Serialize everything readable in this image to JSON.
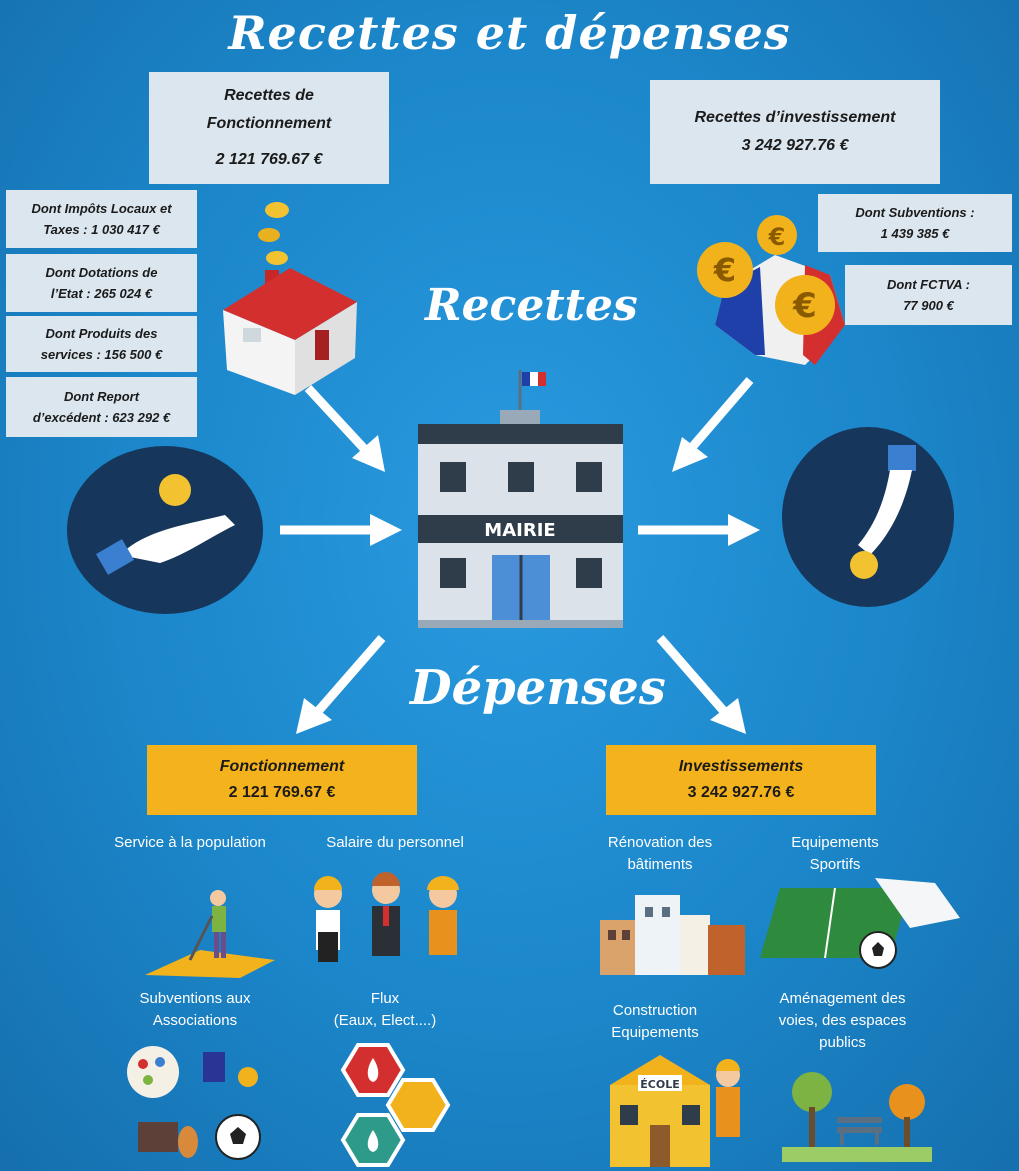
{
  "title": "Recettes et dépenses",
  "recettes_title": "Recettes",
  "depenses_title": "Dépenses",
  "recettes_fonctionnement": {
    "label_line1": "Recettes de",
    "label_line2": "Fonctionnement",
    "amount": "2 121 769.67 €"
  },
  "recettes_investissement": {
    "label": "Recettes d’investissement",
    "amount": "3 242 927.76 €"
  },
  "left_details": [
    {
      "line1": "Dont Impôts Locaux et",
      "line2": "Taxes : 1 030 417 €"
    },
    {
      "line1": "Dont Dotations de",
      "line2": "l’Etat : 265 024 €"
    },
    {
      "line1": "Dont Produits des",
      "line2": "services : 156 500 €"
    },
    {
      "line1": "Dont Report",
      "line2": "d’excédent : 623 292 €"
    }
  ],
  "right_details": [
    {
      "line1": "Dont Subventions :",
      "line2": "1 439 385 €"
    },
    {
      "line1": "Dont FCTVA :",
      "line2": "77 900 €"
    }
  ],
  "mairie_label": "MAIRIE",
  "depenses_fonctionnement": {
    "label": "Fonctionnement",
    "amount": "2 121 769.67 €"
  },
  "depenses_investissement": {
    "label": "Investissements",
    "amount": "3 242 927.76 €"
  },
  "fonctionnement_items": [
    {
      "line1": "Service à la population",
      "line2": ""
    },
    {
      "line1": "Salaire du personnel",
      "line2": ""
    },
    {
      "line1": "Subventions aux",
      "line2": "Associations"
    },
    {
      "line1": "Flux",
      "line2": "(Eaux, Elect....)"
    }
  ],
  "investissement_items": [
    {
      "line1": "Rénovation des",
      "line2": "bâtiments",
      "line3": ""
    },
    {
      "line1": "Equipements",
      "line2": "Sportifs",
      "line3": ""
    },
    {
      "line1": "Construction",
      "line2": "Equipements",
      "line3": ""
    },
    {
      "line1": "Aménagement des",
      "line2": "voies, des espaces",
      "line3": "publics"
    }
  ],
  "ecole_label": "ÉCOLE",
  "colors": {
    "background": "#1b86c9",
    "box": "#dbe6ee",
    "yellow_box": "#f4b21c",
    "dark_circle": "#16365a"
  }
}
